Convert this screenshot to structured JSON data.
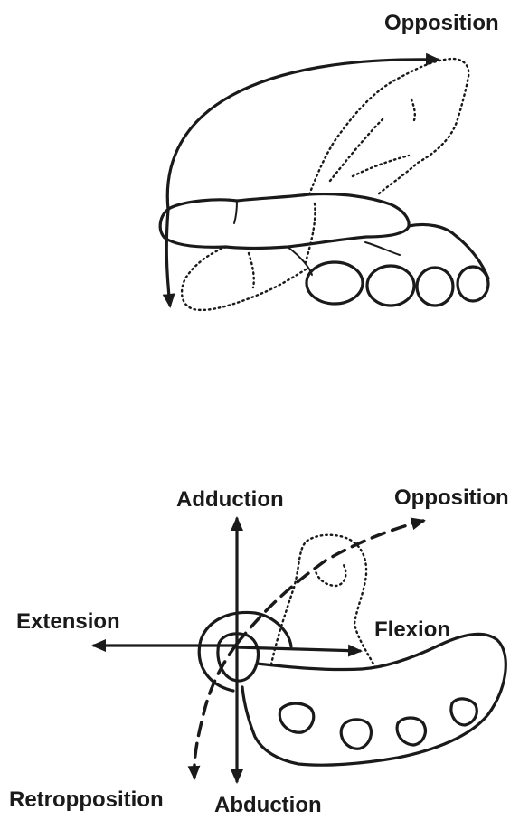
{
  "top_panel": {
    "opposition_label": "Opposition"
  },
  "bottom_panel": {
    "adduction_label": "Adduction",
    "opposition_label": "Opposition",
    "extension_label": "Extension",
    "flexion_label": "Flexion",
    "retropposition_label": "Retropposition",
    "abduction_label": "Abduction"
  },
  "colors": {
    "ink": "#1a1a1a",
    "background": "#ffffff"
  }
}
